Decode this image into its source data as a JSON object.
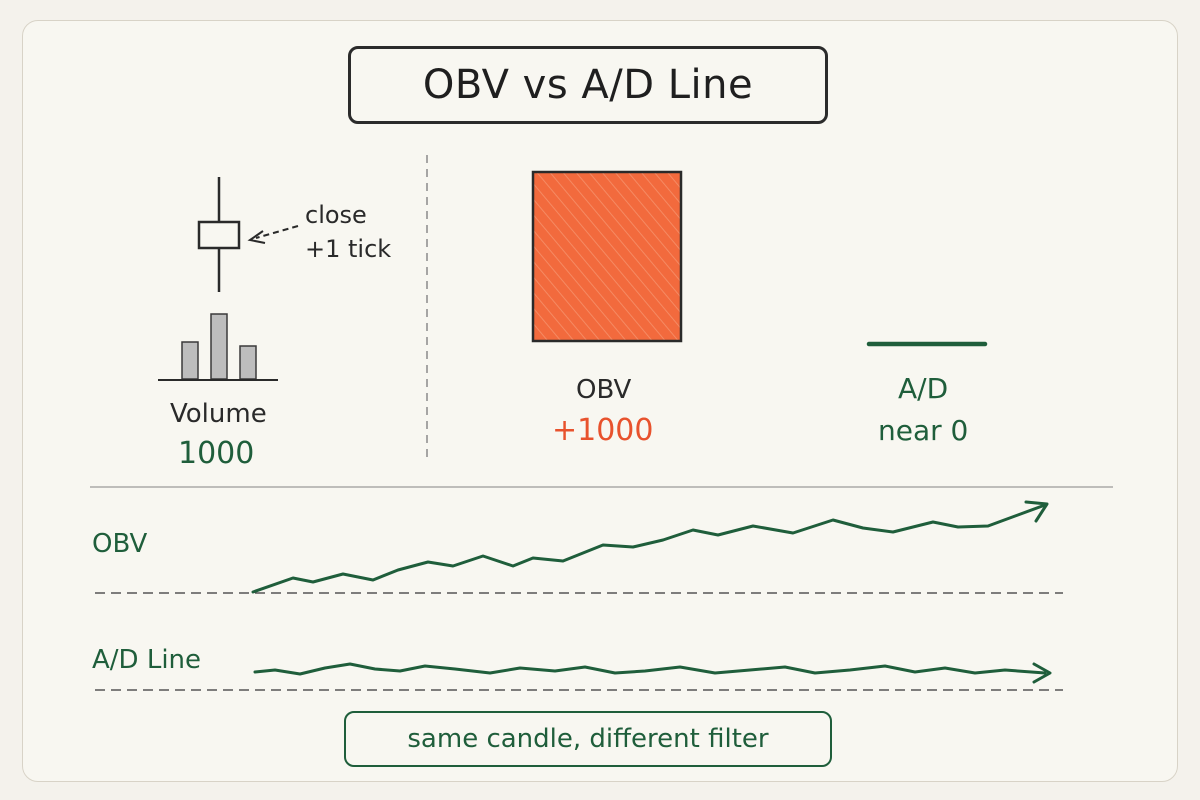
{
  "title": "OBV vs A/D Line",
  "candle": {
    "annotation_line1": "close",
    "annotation_line2": "+1 tick"
  },
  "volume": {
    "label": "Volume",
    "value": "1000"
  },
  "obv_result": {
    "label": "OBV",
    "value": "+1000"
  },
  "ad_result": {
    "label": "A/D",
    "value": "near 0"
  },
  "lines": {
    "obv_label": "OBV",
    "ad_label": "A/D Line"
  },
  "caption": "same candle, different filter",
  "colors": {
    "green": "#1f5e3b",
    "orange": "#f26a3d",
    "dark": "#2a2a2a",
    "bar_gray": "#bdbdbd"
  }
}
